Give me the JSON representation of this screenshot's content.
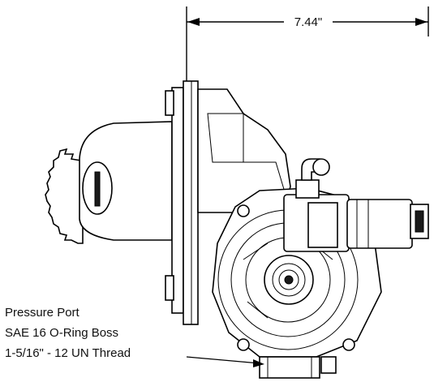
{
  "dimension": {
    "width_label": "7.44\""
  },
  "callout": {
    "line1": "Pressure Port",
    "line2": "SAE 16 O-Ring Boss",
    "line3": "1-5/16\" - 12 UN Thread"
  },
  "colors": {
    "ink": "#000000",
    "background": "#ffffff"
  }
}
